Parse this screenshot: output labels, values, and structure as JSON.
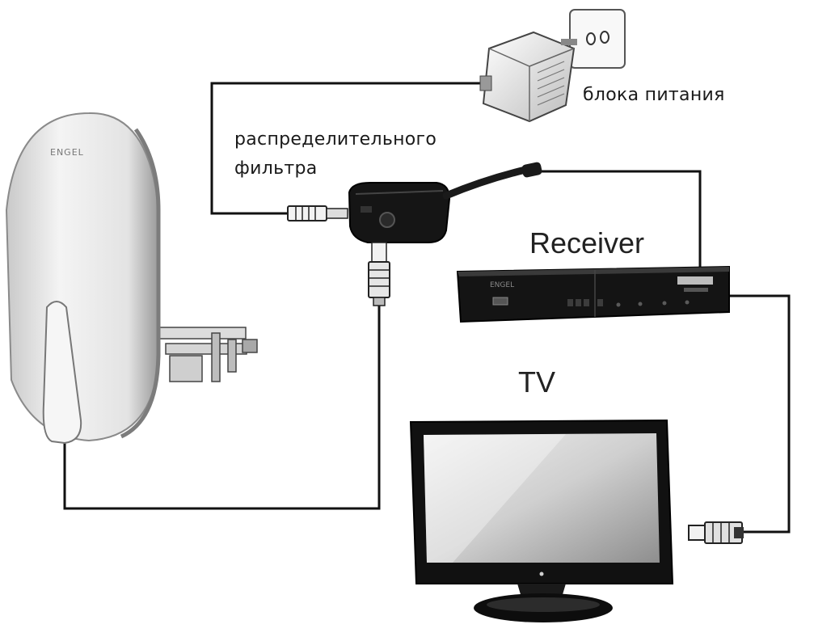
{
  "labels": {
    "power_supply": "блока питания",
    "filter_line1": "распределительного",
    "filter_line2": "фильтра",
    "receiver": "Receiver",
    "tv": "TV"
  },
  "branding": {
    "antenna_logo": "ENGEL",
    "receiver_logo": "ENGEL"
  },
  "colors": {
    "cable": "#111111",
    "device_dark": "#141414",
    "antenna_body": "#e8e8e8",
    "background": "#ffffff"
  }
}
